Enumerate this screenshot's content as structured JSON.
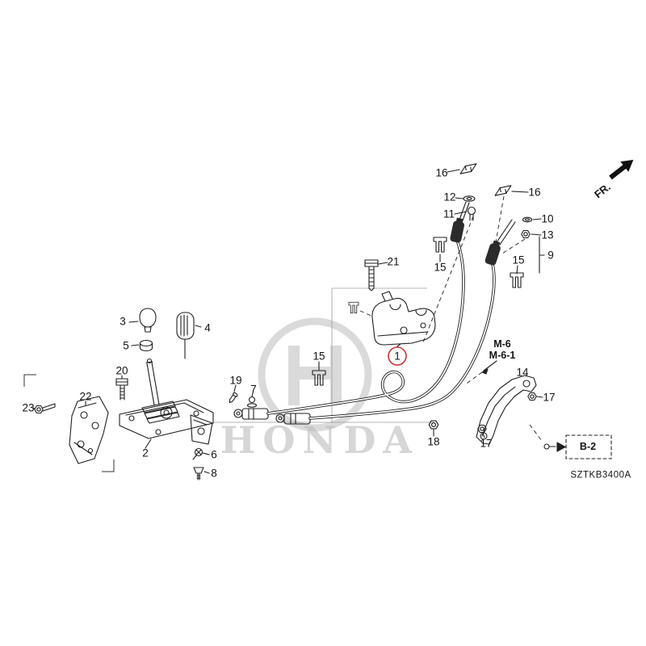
{
  "meta": {
    "drawing_code": "SZTKB3400A",
    "accent_red": "#cc3333",
    "line_color": "#1f1f1f",
    "watermark_color": "#bdbdbd",
    "background": "#ffffff"
  },
  "labels": {
    "fr": "FR.",
    "m6": "M-6",
    "m6_1": "M-6-1",
    "b2": "B-2",
    "watermark": "HONDA"
  },
  "parts": {
    "p1": "1",
    "p2": "2",
    "p3": "3",
    "p4": "4",
    "p5": "5",
    "p6": "6",
    "p7": "7",
    "p8": "8",
    "p9": "9",
    "p10": "10",
    "p11": "11",
    "p12": "12",
    "p13": "13",
    "p14": "14",
    "p15": "15",
    "p16": "16",
    "p17": "17",
    "p18": "18",
    "p19": "19",
    "p20": "20",
    "p21": "21",
    "p22": "22",
    "p23": "23"
  }
}
